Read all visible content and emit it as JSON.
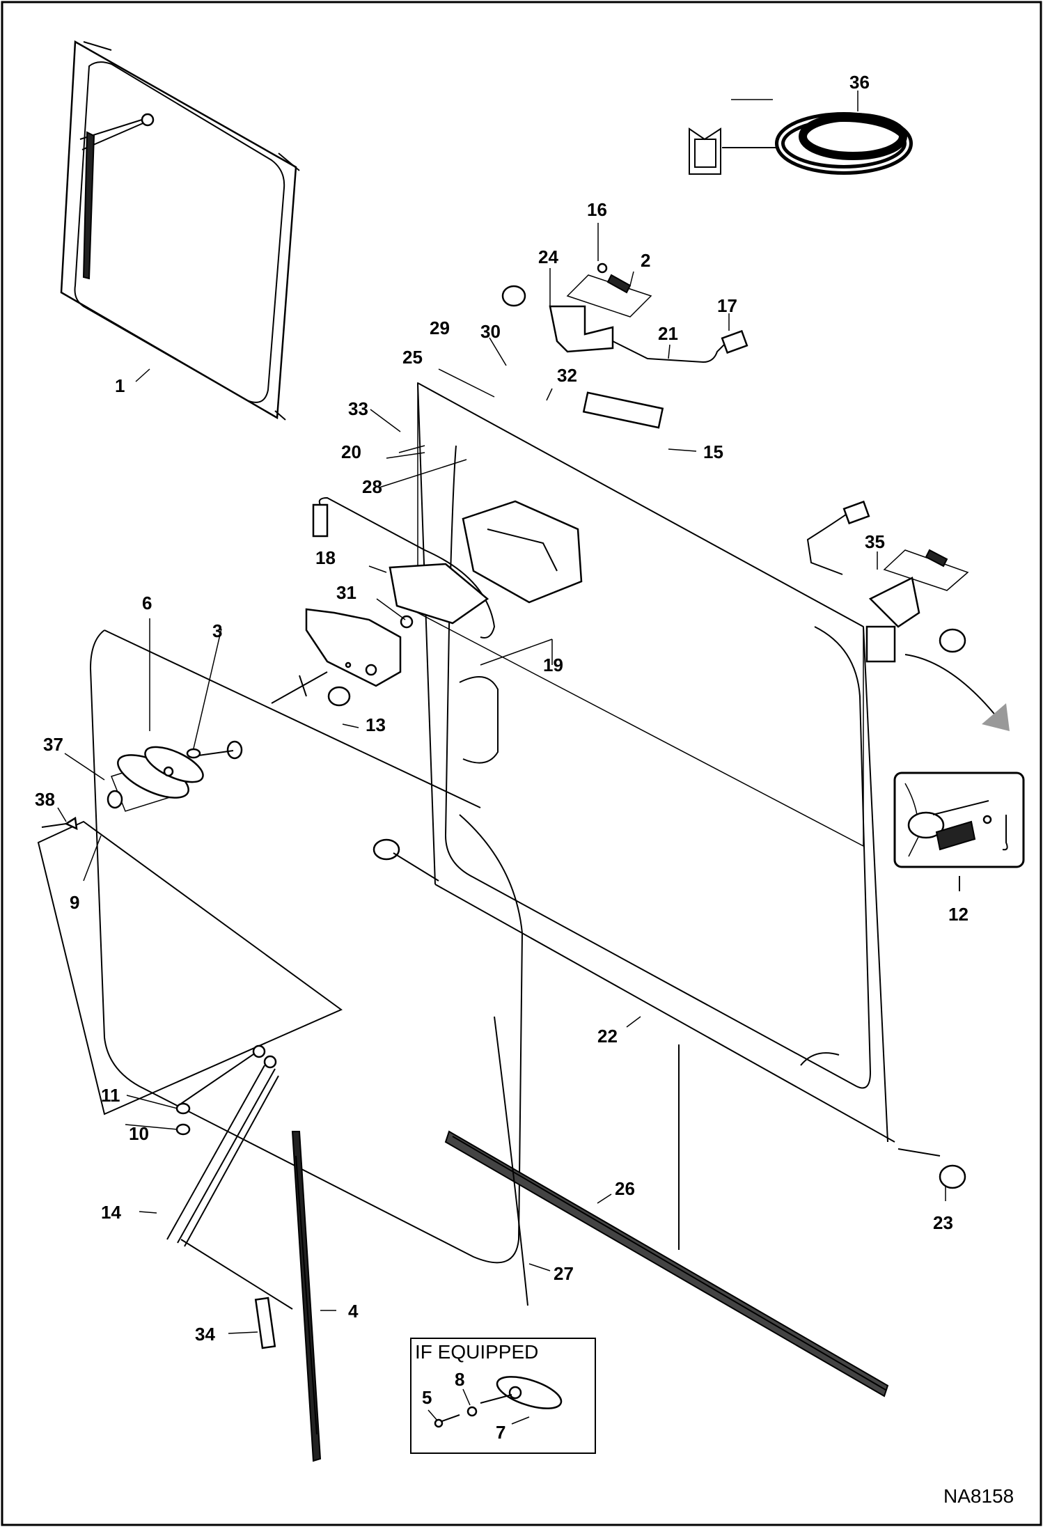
{
  "diagram": {
    "code": "NA8158",
    "inset_note": "IF EQUIPPED",
    "callouts": [
      "1",
      "2",
      "3",
      "4",
      "5",
      "6",
      "7",
      "8",
      "9",
      "10",
      "11",
      "12",
      "13",
      "14",
      "15",
      "16",
      "17",
      "18",
      "19",
      "20",
      "21",
      "22",
      "23",
      "24",
      "25",
      "26",
      "27",
      "28",
      "29",
      "30",
      "31",
      "32",
      "33",
      "34",
      "35",
      "36",
      "37",
      "38"
    ]
  }
}
